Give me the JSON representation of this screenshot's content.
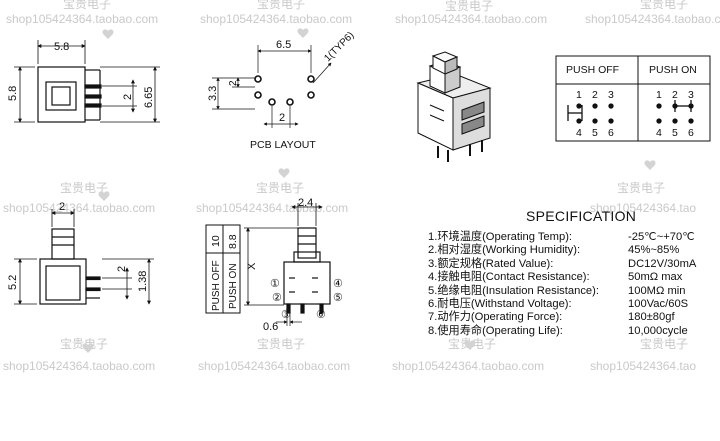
{
  "watermarks": {
    "shop_name": "宝贵电子",
    "shop_url": "shop105424364.taobao.com",
    "shop_url_cut": "shop105424364.tao"
  },
  "top_left_view": {
    "dim_width": "5.8",
    "dim_height": "5.8",
    "dim_pin_pitch": "2",
    "dim_overall": "6.65"
  },
  "pcb_layout": {
    "title": "PCB LAYOUT",
    "dim_h_spacing": "6.5",
    "dim_v_spacing": "3.3",
    "dim_row_pitch": "2",
    "dim_bottom_pitch": "2",
    "hole_note": "1(TYP6)"
  },
  "switch_table": {
    "col_off": "PUSH  OFF",
    "col_on": "PUSH  ON",
    "pins_top": [
      "1",
      "2",
      "3"
    ],
    "pins_bottom": [
      "4",
      "5",
      "6"
    ]
  },
  "side_view": {
    "dim_top": "2",
    "dim_height": "5.2",
    "dim_pin": "2",
    "dim_pin_len": "1.38"
  },
  "front_view": {
    "stroke_table": {
      "push_off_label": "PUSH OFF",
      "push_off_value": "10",
      "push_on_label": "PUSH ON",
      "push_on_value": "8.8"
    },
    "dim_x": "X",
    "dim_cap": "2.4",
    "dim_pin_width": "0.6",
    "pin_labels": [
      "①",
      "②",
      "③",
      "④",
      "⑤",
      "⑥"
    ]
  },
  "specification": {
    "title": "SPECIFICATION",
    "rows": [
      {
        "label": "1.环境温度(Operating Temp):",
        "value": "-25℃~+70℃"
      },
      {
        "label": "2.相对湿度(Working Humidity):",
        "value": "45%~85%"
      },
      {
        "label": "3.额定规格(Rated Value):",
        "value": "DC12V/30mA"
      },
      {
        "label": "4.接触电阻(Contact Resistance):",
        "value": "50mΩ max"
      },
      {
        "label": "5.绝缘电阻(Insulation Resistance):",
        "value": "100MΩ min"
      },
      {
        "label": "6.耐电压(Withstand Voltage):",
        "value": "100Vac/60S"
      },
      {
        "label": "7.动作力(Operating Force):",
        "value": "180±80gf"
      },
      {
        "label": "8.使用寿命(Operating Life):",
        "value": "10,000cycle"
      }
    ]
  }
}
